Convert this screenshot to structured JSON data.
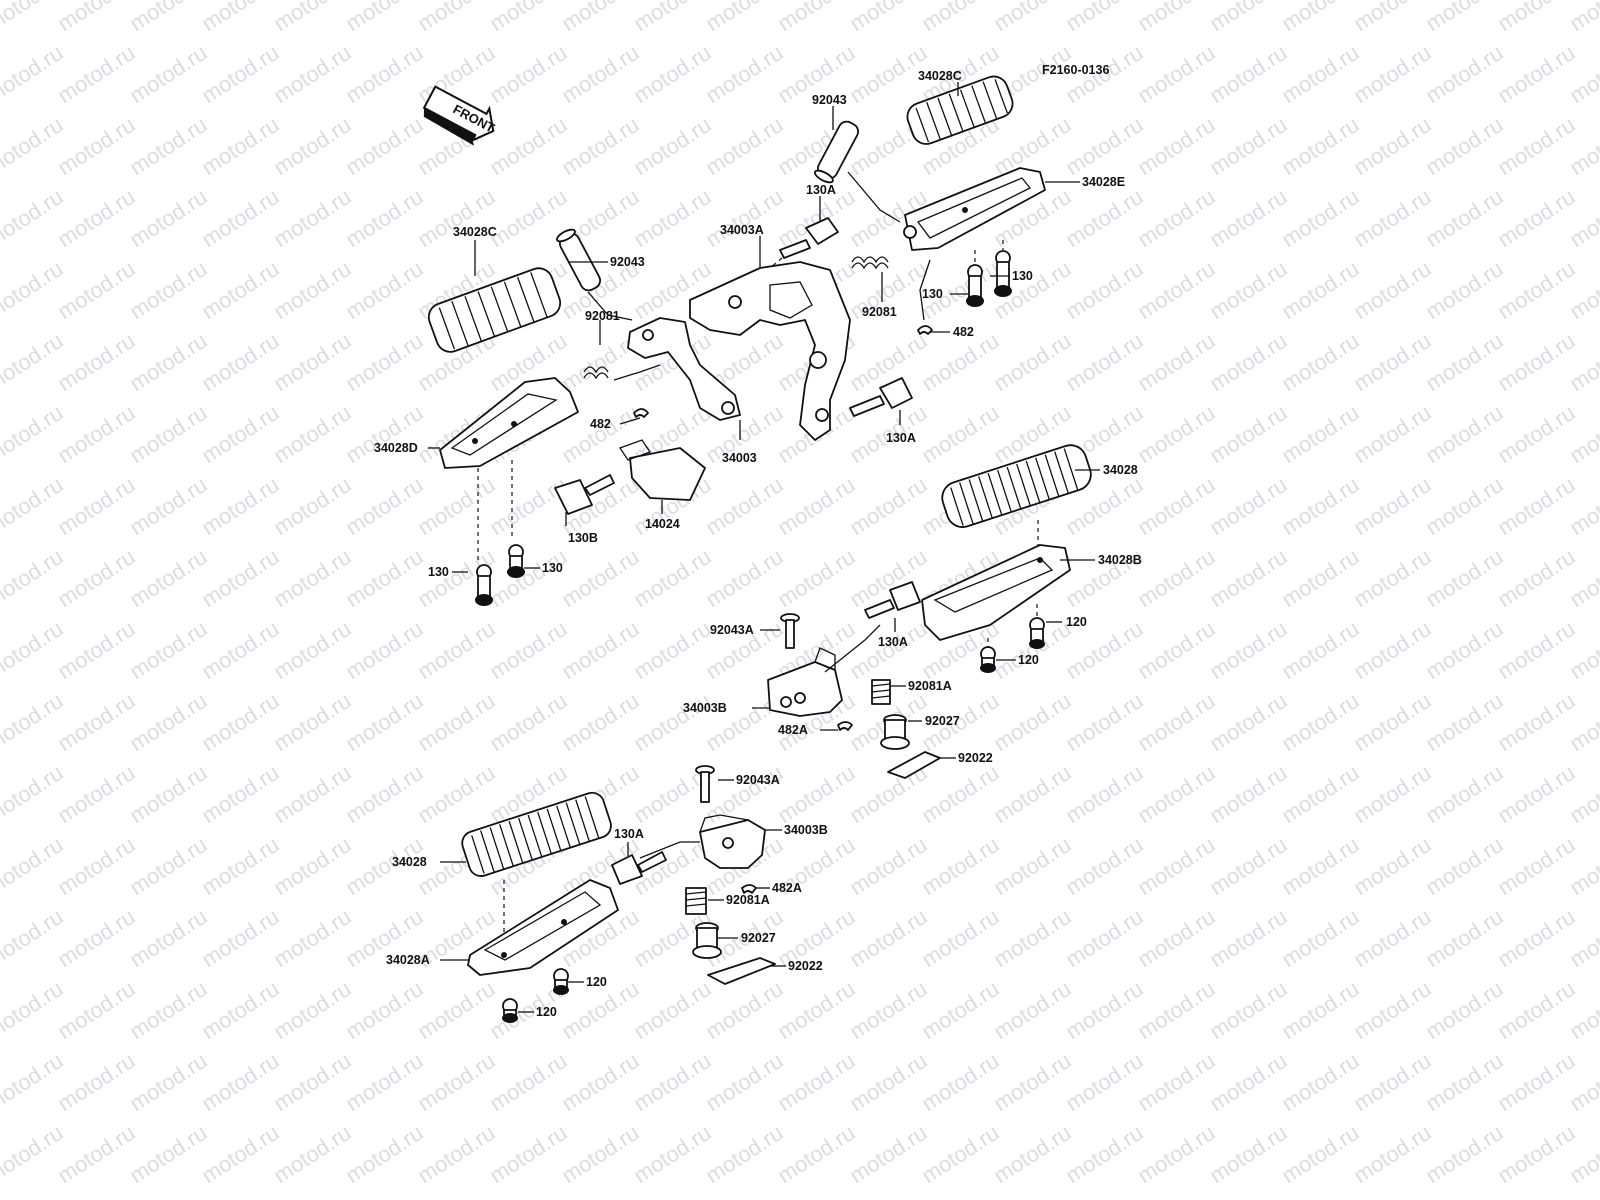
{
  "watermark": "motod.ru",
  "figure_code": "F2160-0136",
  "front_label": "FRONT",
  "labels": {
    "p34028C_top_right": "34028C",
    "p92043_top": "92043",
    "p34028E": "34028E",
    "p130A_top": "130A",
    "p34003A": "34003A",
    "p34028C_left": "34028C",
    "p92043_left": "92043",
    "p130_right1": "130",
    "p130_right2": "130",
    "p92081_right": "92081",
    "p482_right": "482",
    "p92081_left": "92081",
    "p482_left": "482",
    "p34003": "34003",
    "p130A_mid": "130A",
    "p34028D": "34028D",
    "p130B": "130B",
    "p14024": "14024",
    "p34028_right": "34028",
    "p34028B": "34028B",
    "p130_bottom_left1": "130",
    "p130_bottom_left2": "130",
    "p92043A_top": "92043A",
    "p130A_right": "130A",
    "p120_right1": "120",
    "p120_right2": "120",
    "p34003B_mid": "34003B",
    "p92081A_mid": "92081A",
    "p482A_mid": "482A",
    "p92027_mid": "92027",
    "p92022_mid": "92022",
    "p92043A_bottom": "92043A",
    "p34003B_bottom": "34003B",
    "p130A_bottom": "130A",
    "p34028_bottom": "34028",
    "p482A_bottom": "482A",
    "p92081A_bottom": "92081A",
    "p92027_bottom": "92027",
    "p34028A": "34028A",
    "p92022_bottom": "92022",
    "p120_bottom1": "120",
    "p120_bottom2": "120"
  }
}
